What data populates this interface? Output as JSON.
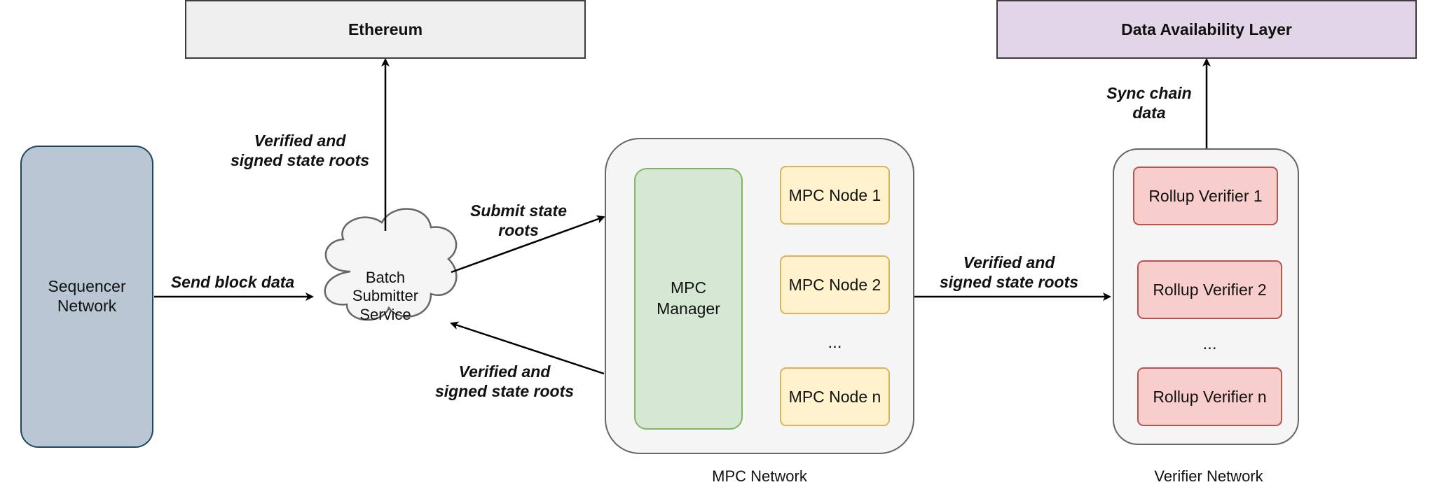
{
  "ethereum": "Ethereum",
  "data_availability": "Data Availability Layer",
  "sequencer": "Sequencer\nNetwork",
  "batch_submitter": "Batch\nSubmitter\nService",
  "mpc_manager": "MPC\nManager",
  "mpc_nodes": [
    "MPC Node 1",
    "MPC Node 2",
    "...",
    "MPC Node n"
  ],
  "mpc_network_caption": "MPC Network",
  "verifiers": [
    "Rollup Verifier 1",
    "Rollup Verifier 2",
    "...",
    "Rollup Verifier n"
  ],
  "verifier_network_caption": "Verifier Network",
  "edges": {
    "send_block_data": "Send block data",
    "verified_up": "Verified and\nsigned state roots",
    "submit_state_roots": "Submit state\nroots",
    "verified_back": "Verified and\nsigned state roots",
    "verified_right": "Verified and\nsigned state roots",
    "sync_chain_data": "Sync chain\ndata"
  }
}
